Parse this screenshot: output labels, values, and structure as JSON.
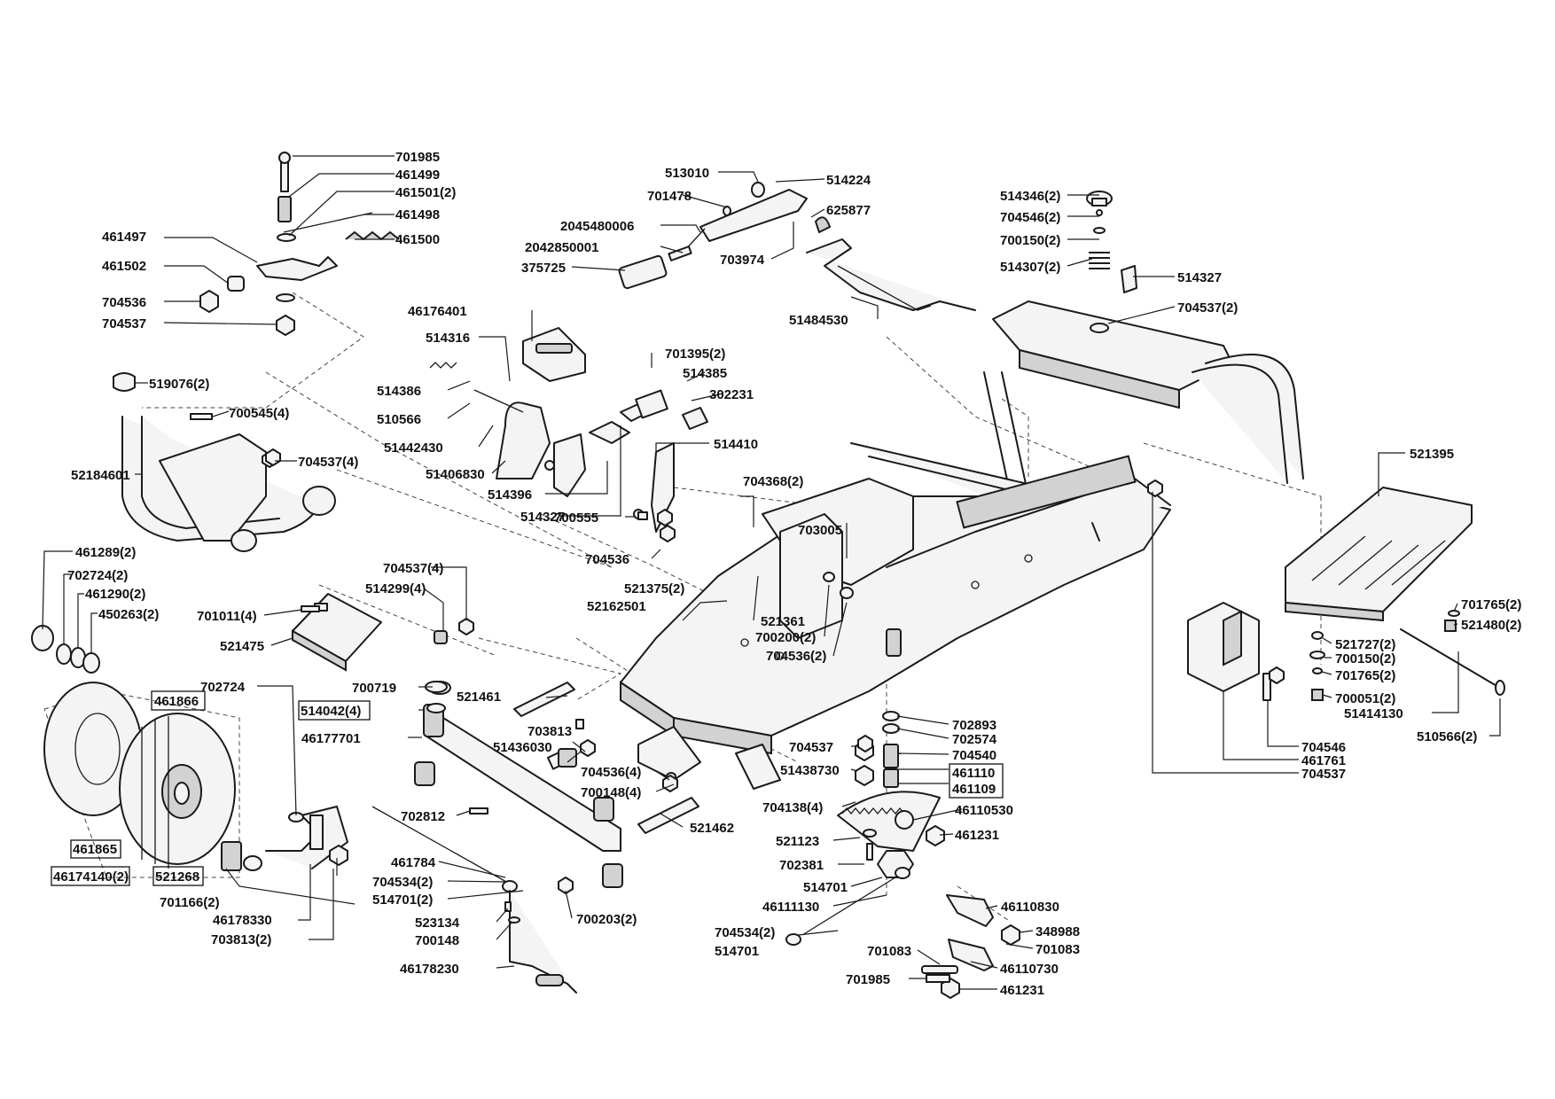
{
  "labels": [
    {
      "id": "701985",
      "text": "701985"
    },
    {
      "id": "461499",
      "text": "461499"
    },
    {
      "id": "461501_2",
      "text": "461501(2)"
    },
    {
      "id": "461498",
      "text": "461498"
    },
    {
      "id": "461497",
      "text": "461497"
    },
    {
      "id": "461500",
      "text": "461500"
    },
    {
      "id": "461502",
      "text": "461502"
    },
    {
      "id": "704536_a",
      "text": "704536"
    },
    {
      "id": "704537_a",
      "text": "704537"
    },
    {
      "id": "519076_2",
      "text": "519076(2)"
    },
    {
      "id": "700545_4",
      "text": "700545(4)"
    },
    {
      "id": "704537_4",
      "text": "704537(4)"
    },
    {
      "id": "52184601",
      "text": "52184601"
    },
    {
      "id": "461289_2",
      "text": "461289(2)"
    },
    {
      "id": "702724_2",
      "text": "702724(2)"
    },
    {
      "id": "461290_2",
      "text": "461290(2)"
    },
    {
      "id": "450263_2",
      "text": "450263(2)"
    },
    {
      "id": "701011_4",
      "text": "701011(4)"
    },
    {
      "id": "521475",
      "text": "521475"
    },
    {
      "id": "514299_4",
      "text": "514299(4)"
    },
    {
      "id": "704537_4b",
      "text": "704537(4)"
    },
    {
      "id": "702724",
      "text": "702724"
    },
    {
      "id": "461866",
      "text": "461866"
    },
    {
      "id": "461865",
      "text": "461865"
    },
    {
      "id": "46174140_2",
      "text": "46174140(2)"
    },
    {
      "id": "521268",
      "text": "521268"
    },
    {
      "id": "701166_2",
      "text": "701166(2)"
    },
    {
      "id": "46178330",
      "text": "46178330"
    },
    {
      "id": "703813_2",
      "text": "703813(2)"
    },
    {
      "id": "700719",
      "text": "700719"
    },
    {
      "id": "514042_4",
      "text": "514042(4)"
    },
    {
      "id": "46177701",
      "text": "46177701"
    },
    {
      "id": "521461",
      "text": "521461"
    },
    {
      "id": "703813",
      "text": "703813"
    },
    {
      "id": "51436030",
      "text": "51436030"
    },
    {
      "id": "702812",
      "text": "702812"
    },
    {
      "id": "461784",
      "text": "461784"
    },
    {
      "id": "704534_2",
      "text": "704534(2)"
    },
    {
      "id": "514701_2",
      "text": "514701(2)"
    },
    {
      "id": "523134",
      "text": "523134"
    },
    {
      "id": "700148",
      "text": "700148"
    },
    {
      "id": "46178230",
      "text": "46178230"
    },
    {
      "id": "700203_2",
      "text": "700203(2)"
    },
    {
      "id": "704536_4",
      "text": "704536(4)"
    },
    {
      "id": "700148_4",
      "text": "700148(4)"
    },
    {
      "id": "521462",
      "text": "521462"
    },
    {
      "id": "513010",
      "text": "513010"
    },
    {
      "id": "514224",
      "text": "514224"
    },
    {
      "id": "701478",
      "text": "701478"
    },
    {
      "id": "625877",
      "text": "625877"
    },
    {
      "id": "2045480006",
      "text": "2045480006"
    },
    {
      "id": "2042850001",
      "text": "2042850001"
    },
    {
      "id": "375725",
      "text": "375725"
    },
    {
      "id": "703974",
      "text": "703974"
    },
    {
      "id": "51484530",
      "text": "51484530"
    },
    {
      "id": "46176401",
      "text": "46176401"
    },
    {
      "id": "514316",
      "text": "514316"
    },
    {
      "id": "514386",
      "text": "514386"
    },
    {
      "id": "510566",
      "text": "510566"
    },
    {
      "id": "51442430",
      "text": "51442430"
    },
    {
      "id": "51406830",
      "text": "51406830"
    },
    {
      "id": "514396",
      "text": "514396"
    },
    {
      "id": "514327_a",
      "text": "514327"
    },
    {
      "id": "701395_2",
      "text": "701395(2)"
    },
    {
      "id": "514385",
      "text": "514385"
    },
    {
      "id": "302231",
      "text": "302231"
    },
    {
      "id": "514410",
      "text": "514410"
    },
    {
      "id": "700555",
      "text": "700555"
    },
    {
      "id": "704536_b",
      "text": "704536"
    },
    {
      "id": "704368_2",
      "text": "704368(2)"
    },
    {
      "id": "703005",
      "text": "703005"
    },
    {
      "id": "521375_2",
      "text": "521375(2)"
    },
    {
      "id": "52162501",
      "text": "52162501"
    },
    {
      "id": "521361",
      "text": "521361"
    },
    {
      "id": "700200_2",
      "text": "700200(2)"
    },
    {
      "id": "704536_2",
      "text": "704536(2)"
    },
    {
      "id": "514346_2",
      "text": "514346(2)"
    },
    {
      "id": "704546_2",
      "text": "704546(2)"
    },
    {
      "id": "700150_2",
      "text": "700150(2)"
    },
    {
      "id": "514307_2",
      "text": "514307(2)"
    },
    {
      "id": "514327_b",
      "text": "514327"
    },
    {
      "id": "704537_2",
      "text": "704537(2)"
    },
    {
      "id": "521395",
      "text": "521395"
    },
    {
      "id": "701765_2",
      "text": "701765(2)"
    },
    {
      "id": "521480_2",
      "text": "521480(2)"
    },
    {
      "id": "521727_2",
      "text": "521727(2)"
    },
    {
      "id": "700150_2b",
      "text": "700150(2)"
    },
    {
      "id": "701765_2b",
      "text": "701765(2)"
    },
    {
      "id": "700051_2",
      "text": "700051(2)"
    },
    {
      "id": "51414130",
      "text": "51414130"
    },
    {
      "id": "510566_2",
      "text": "510566(2)"
    },
    {
      "id": "704546",
      "text": "704546"
    },
    {
      "id": "461761",
      "text": "461761"
    },
    {
      "id": "704537_c",
      "text": "704537"
    },
    {
      "id": "702893",
      "text": "702893"
    },
    {
      "id": "702574",
      "text": "702574"
    },
    {
      "id": "704540",
      "text": "704540"
    },
    {
      "id": "461110",
      "text": "461110"
    },
    {
      "id": "461109",
      "text": "461109"
    },
    {
      "id": "704537_d",
      "text": "704537"
    },
    {
      "id": "51438730",
      "text": "51438730"
    },
    {
      "id": "704138_4",
      "text": "704138(4)"
    },
    {
      "id": "46110530",
      "text": "46110530"
    },
    {
      "id": "461231_a",
      "text": "461231"
    },
    {
      "id": "521123",
      "text": "521123"
    },
    {
      "id": "702381",
      "text": "702381"
    },
    {
      "id": "514701_a",
      "text": "514701"
    },
    {
      "id": "46111130",
      "text": "46111130"
    },
    {
      "id": "46110830",
      "text": "46110830"
    },
    {
      "id": "704534_2b",
      "text": "704534(2)"
    },
    {
      "id": "514701_b",
      "text": "514701"
    },
    {
      "id": "348988",
      "text": "348988"
    },
    {
      "id": "701083_a",
      "text": "701083"
    },
    {
      "id": "701083_b",
      "text": "701083"
    },
    {
      "id": "46110730",
      "text": "46110730"
    },
    {
      "id": "701985_b",
      "text": "701985"
    },
    {
      "id": "461231_b",
      "text": "461231"
    }
  ]
}
